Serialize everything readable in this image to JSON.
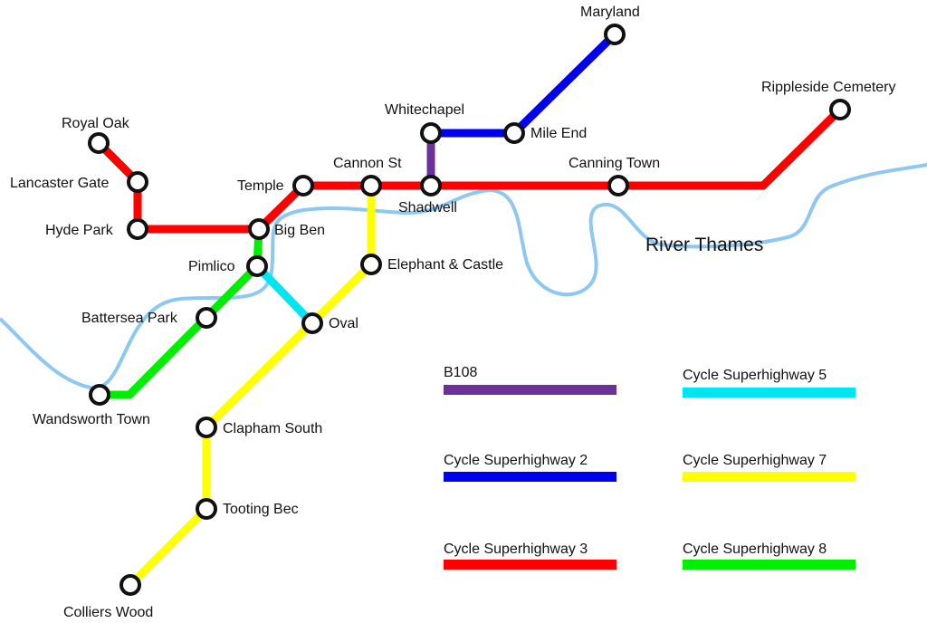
{
  "map": {
    "river_label": "River Thames",
    "colors": {
      "river": "#8ec8f0",
      "b108": "#6a3199",
      "cs2": "#0000ee",
      "cs3": "#ff0000",
      "cs5": "#00e5f0",
      "cs7": "#ffff00",
      "cs8": "#00ee00"
    },
    "stations": {
      "royal_oak": "Royal Oak",
      "lancaster_gate": "Lancaster Gate",
      "hyde_park": "Hyde Park",
      "big_ben": "Big Ben",
      "temple": "Temple",
      "cannon_st": "Cannon St",
      "shadwell": "Shadwell",
      "whitechapel": "Whitechapel",
      "mile_end": "Mile End",
      "maryland": "Maryland",
      "canning_town": "Canning Town",
      "rippleside_cemetery": "Rippleside Cemetery",
      "pimlico": "Pimlico",
      "battersea_park": "Battersea Park",
      "wandsworth_town": "Wandsworth Town",
      "elephant_castle": "Elephant & Castle",
      "oval": "Oval",
      "clapham_south": "Clapham South",
      "tooting_bec": "Tooting Bec",
      "colliers_wood": "Colliers Wood"
    },
    "legend": [
      {
        "label": "B108",
        "color": "#6a3199"
      },
      {
        "label": "Cycle Superhighway 2",
        "color": "#0000ee"
      },
      {
        "label": "Cycle Superhighway 3",
        "color": "#ff0000"
      },
      {
        "label": "Cycle Superhighway 5",
        "color": "#00e5f0"
      },
      {
        "label": "Cycle Superhighway 7",
        "color": "#ffff00"
      },
      {
        "label": "Cycle Superhighway 8",
        "color": "#00ee00"
      }
    ]
  }
}
